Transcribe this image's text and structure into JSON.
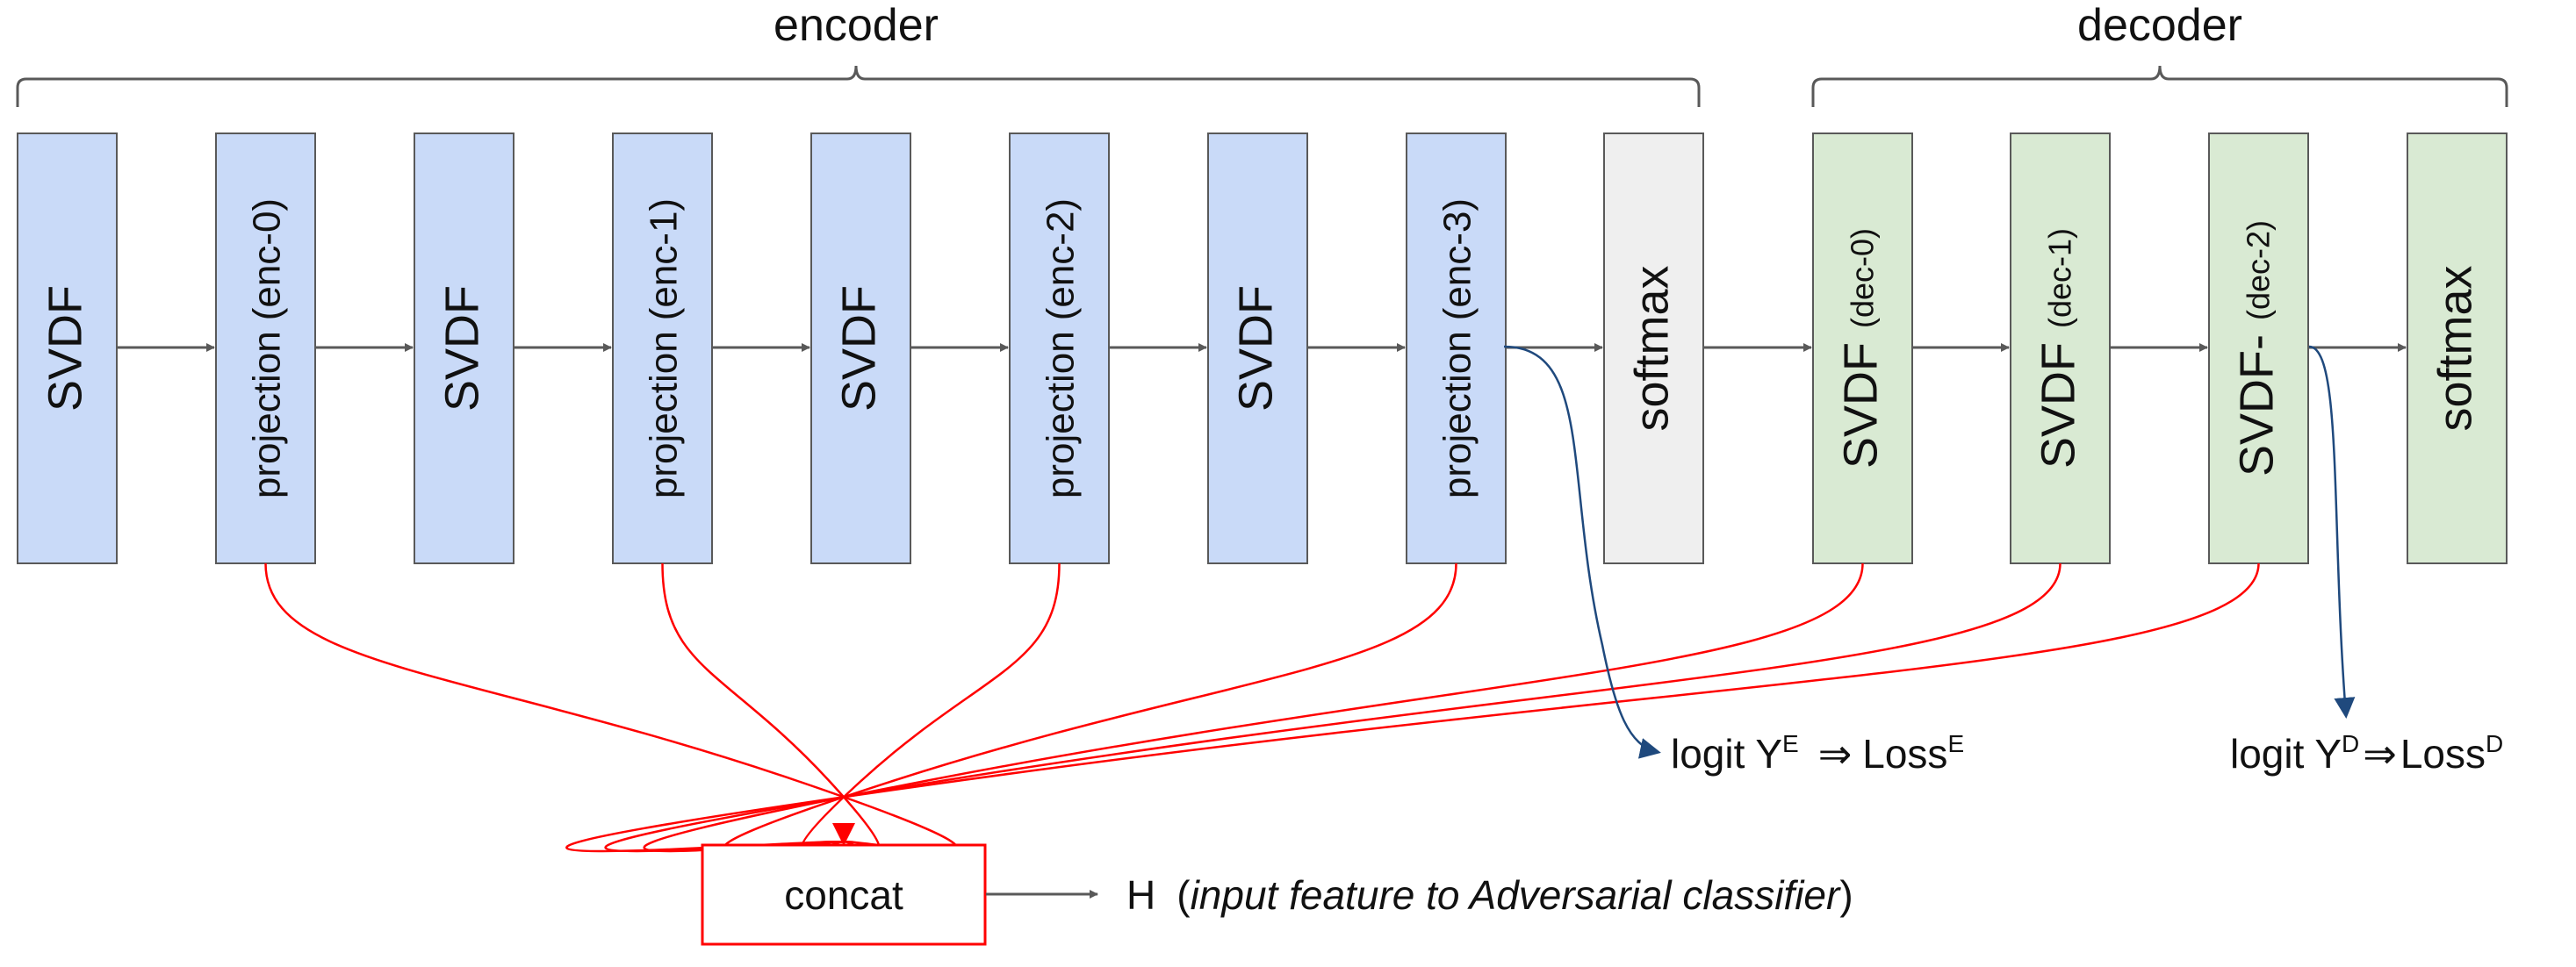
{
  "sections": {
    "encoder": "encoder",
    "decoder": "decoder"
  },
  "blocks": [
    {
      "id": "enc-svdf-0",
      "main": "SVDF",
      "sub": "",
      "group": "encoder"
    },
    {
      "id": "enc-proj-0",
      "main": "projection",
      "sub": "(enc-0)",
      "group": "encoder"
    },
    {
      "id": "enc-svdf-1",
      "main": "SVDF",
      "sub": "",
      "group": "encoder"
    },
    {
      "id": "enc-proj-1",
      "main": "projection",
      "sub": "(enc-1)",
      "group": "encoder"
    },
    {
      "id": "enc-svdf-2",
      "main": "SVDF",
      "sub": "",
      "group": "encoder"
    },
    {
      "id": "enc-proj-2",
      "main": "projection",
      "sub": "(enc-2)",
      "group": "encoder"
    },
    {
      "id": "enc-svdf-3",
      "main": "SVDF",
      "sub": "",
      "group": "encoder"
    },
    {
      "id": "enc-proj-3",
      "main": "projection",
      "sub": "(enc-3)",
      "group": "encoder"
    },
    {
      "id": "softmax-mid",
      "main": "softmax",
      "sub": "",
      "group": "neutral"
    },
    {
      "id": "dec-svdf-0",
      "main": "SVDF",
      "sub": "(dec-0)",
      "group": "decoder"
    },
    {
      "id": "dec-svdf-1",
      "main": "SVDF",
      "sub": "(dec-1)",
      "group": "decoder"
    },
    {
      "id": "dec-svdf-2",
      "main": "SVDF-",
      "sub": "(dec-2)",
      "group": "decoder"
    },
    {
      "id": "softmax-end",
      "main": "softmax",
      "sub": "",
      "group": "decoder"
    }
  ],
  "concat": {
    "label": "concat"
  },
  "output_h": {
    "symbol": "H",
    "open_paren": "(",
    "description": "input feature to Adversarial classifier",
    "close_paren": ")"
  },
  "logit_encoder": {
    "prefix": "logit Y",
    "sup1": "E",
    "arrow": "⇒",
    "loss": "Loss",
    "sup2": "E"
  },
  "logit_decoder": {
    "prefix": "logit Y",
    "sup1": "D",
    "arrow": "⇒",
    "loss": "Loss",
    "sup2": "D"
  },
  "colors": {
    "encoder_fill": "#c9daf8",
    "decoder_fill": "#d9ead3",
    "neutral_fill": "#efefef",
    "block_stroke": "#595959",
    "flow_arrow": "#595959",
    "concat_line": "#ff0000",
    "logit_line": "#1f497d"
  }
}
